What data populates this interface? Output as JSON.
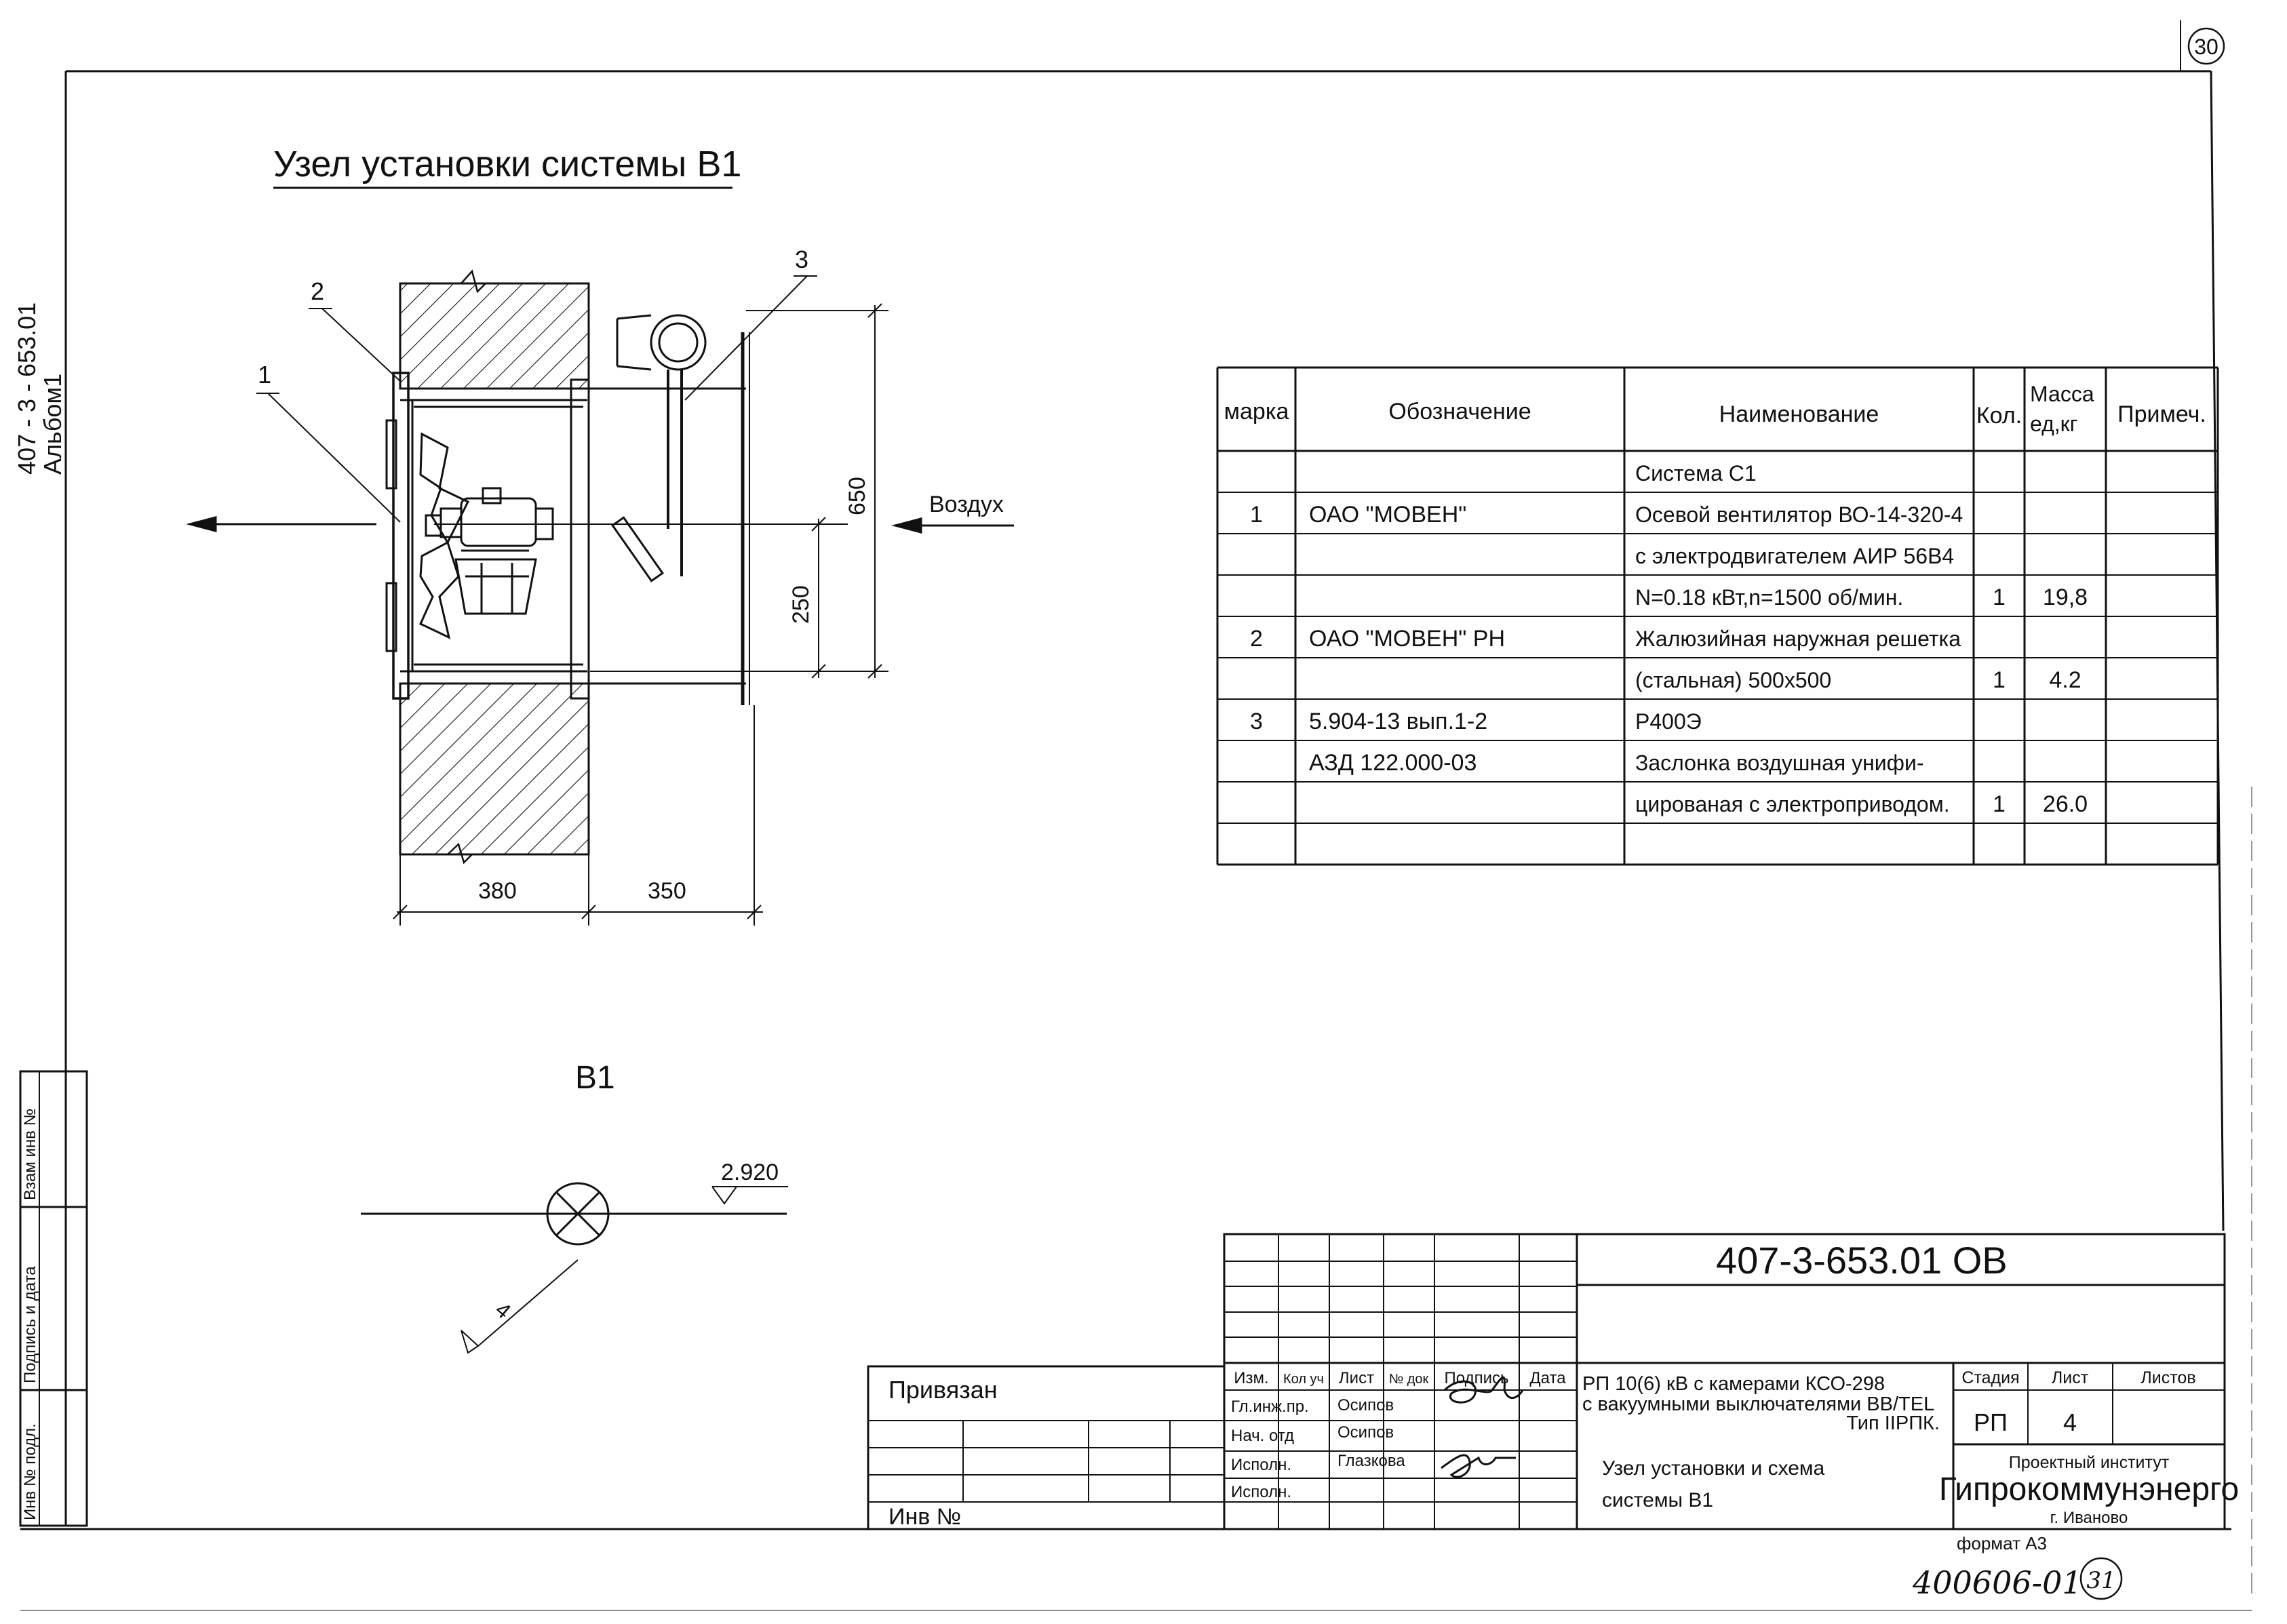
{
  "sheet_number_top": "30",
  "side_code": "407 - 3 - 653.01",
  "side_album": "Альбом1",
  "title": "Узел установки системы В1",
  "drawing": {
    "callout_1": "1",
    "callout_2": "2",
    "callout_3": "3",
    "air_label": "Воздух",
    "dim_650": "650",
    "dim_250": "250",
    "dim_380": "380",
    "dim_350": "350"
  },
  "schematic": {
    "label": "В1",
    "elevation": "2.920",
    "callout_4": "4"
  },
  "spec_table": {
    "headers": [
      "марка",
      "Обозначение",
      "Наименование",
      "Кол.",
      "Масса ед,кг",
      "Примеч."
    ],
    "rows": [
      {
        "mark": "",
        "designation": "",
        "name": "Система С1",
        "qty": "",
        "mass": "",
        "note": ""
      },
      {
        "mark": "1",
        "designation": "ОАО \"МОВЕН\"",
        "name": "Осевой вентилятор ВО-14-320-4",
        "qty": "",
        "mass": "",
        "note": ""
      },
      {
        "mark": "",
        "designation": "",
        "name": "с электродвигателем АИР 56В4",
        "qty": "",
        "mass": "",
        "note": ""
      },
      {
        "mark": "",
        "designation": "",
        "name": "N=0.18 кВт,n=1500 об/мин.",
        "qty": "1",
        "mass": "19,8",
        "note": ""
      },
      {
        "mark": "2",
        "designation": "ОАО \"МОВЕН\"      РН",
        "name": "Жалюзийная наружная решетка",
        "qty": "",
        "mass": "",
        "note": ""
      },
      {
        "mark": "",
        "designation": "",
        "name": "(стальная) 500x500",
        "qty": "1",
        "mass": "4.2",
        "note": ""
      },
      {
        "mark": "3",
        "designation": "5.904-13 вып.1-2",
        "name": "Р400Э",
        "qty": "",
        "mass": "",
        "note": ""
      },
      {
        "mark": "",
        "designation": "АЗД 122.000-03",
        "name": "Заслонка воздушная унифи-",
        "qty": "",
        "mass": "",
        "note": ""
      },
      {
        "mark": "",
        "designation": "",
        "name": "цированая с электроприводом.",
        "qty": "1",
        "mass": "26.0",
        "note": ""
      },
      {
        "mark": "",
        "designation": "",
        "name": "",
        "qty": "",
        "mass": "",
        "note": ""
      }
    ]
  },
  "left_stamp": {
    "vzam": "Взам инв №",
    "podpis": "Подпись и дата",
    "inv_podl": "Инв № подл."
  },
  "title_block": {
    "doc_code": "407-3-653.01   ОВ",
    "privyazan": "Привязан",
    "inv_no": "Инв   №",
    "col_headers": [
      "Изм.",
      "Кол уч",
      "Лист",
      "№ док",
      "Подпись",
      "Дата"
    ],
    "roles": [
      {
        "role": "Гл.инж.пр.",
        "name": "Осипов"
      },
      {
        "role": "Нач. отд",
        "name": "Осипов"
      },
      {
        "role": "Исполн.",
        "name": "Глазкова"
      },
      {
        "role": "Исполн.",
        "name": ""
      }
    ],
    "project_line1": "РП 10(6) кВ с камерами КСО-298",
    "project_line2": "с вакуумными выключателями ВВ/TEL",
    "project_line3": "Тип IIРПК.",
    "sheet_title_line1": "Узел установки и схема",
    "sheet_title_line2": "системы В1",
    "stage_label": "Стадия",
    "sheet_label": "Лист",
    "sheets_label": "Листов",
    "stage_value": "РП",
    "sheet_value": "4",
    "institute_caption": "Проектный институт",
    "institute_name": "Гипрокоммунэнерго",
    "institute_city": "г. Иваново",
    "format": "формат А3"
  },
  "handwritten_number": "400606-01",
  "circled_bottom": "31"
}
